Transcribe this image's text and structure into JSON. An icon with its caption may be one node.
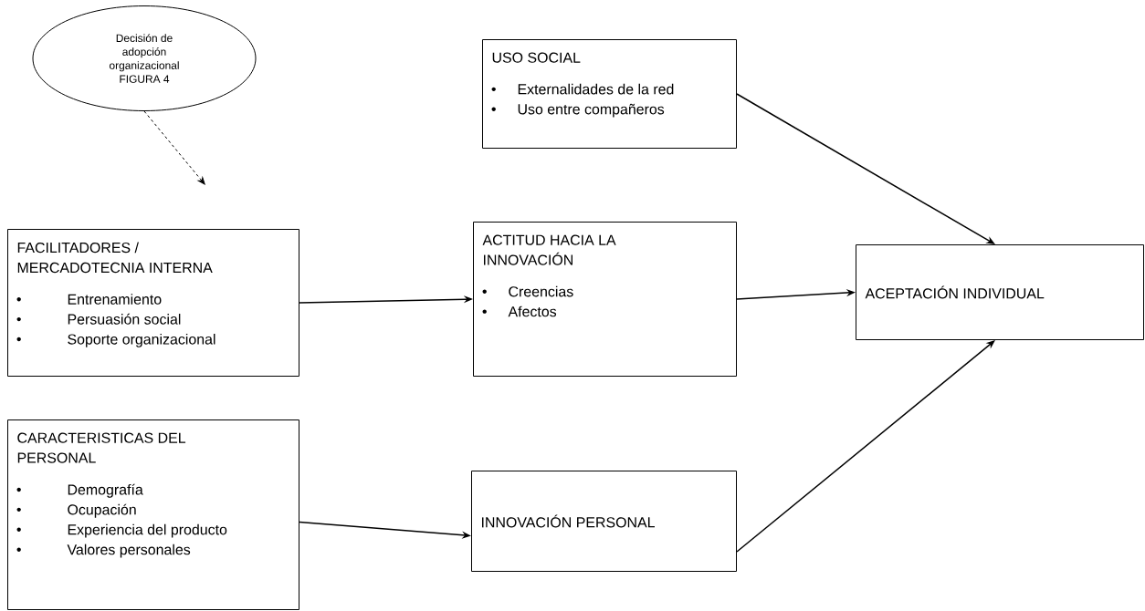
{
  "diagram": {
    "nodes": [
      {
        "text": [
          "Decisión de adopción organizacional FIGURA 4"
        ]
      },
      {
        "text": [
          "USO SOCIAL",
          "Externalidades de la red",
          "Uso entre compañeros"
        ]
      },
      {
        "text": [
          "FACILITADORES / MERCADOTECNIA INTERNA",
          "Entrenamiento",
          "Persuasión social",
          "Soporte organizacional"
        ]
      },
      {
        "text": [
          "ACTITUD HACIA LA INNOVACIÓN",
          "Creencias",
          "Afectos"
        ]
      },
      {
        "text": [
          "ACEPTACIÓN INDIVIDUAL"
        ]
      },
      {
        "text": [
          "CARACTERISTICAS DEL PERSONAL",
          "Demografía",
          "Ocupación",
          "Experiencia del producto",
          "Valores personales"
        ]
      },
      {
        "text": [
          "INNOVACIÓN PERSONAL"
        ]
      }
    ],
    "edges": [
      {
        "from": 0,
        "to": null,
        "arrow": "to",
        "style": "dashed"
      },
      {
        "from": 2,
        "to": 3,
        "arrow": "to"
      },
      {
        "from": 3,
        "to": 4,
        "arrow": "to"
      },
      {
        "from": 1,
        "to": 4,
        "arrow": "to"
      },
      {
        "from": 5,
        "to": 6,
        "arrow": "to"
      },
      {
        "from": 6,
        "to": 4,
        "arrow": "to"
      }
    ]
  }
}
